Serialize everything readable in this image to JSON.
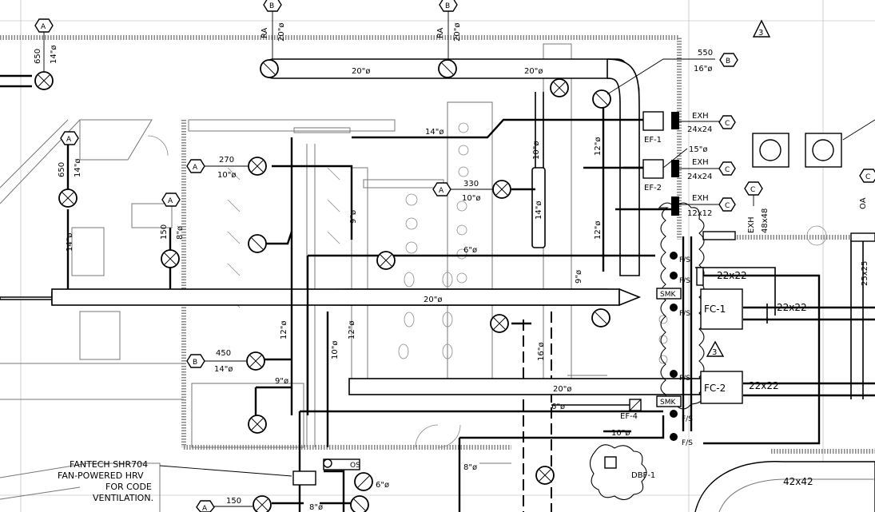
{
  "drawing": {
    "revision_tag": "3",
    "note": {
      "line1": "FANTECH SHR704",
      "line2": "FAN-POWERED HRV",
      "line3": "FOR CODE",
      "line4": "VENTILATION."
    },
    "duct_sizes": {
      "main_20a": "20\"ø",
      "main_20b": "20\"ø",
      "main_20c": "20\"ø",
      "main_20d": "20\"ø",
      "d14_top": "14\"ø",
      "d10_vert": "10\"ø",
      "d12_vert_a": "12\"ø",
      "d12_vert_b": "12\"ø",
      "d14_vert": "14\"ø",
      "d9_vert_a": "9\"ø",
      "d9_vert_b": "9\"ø",
      "d9_horiz": "9\"ø",
      "d12_vert_c": "12\"ø",
      "d12_vert_d": "12\"ø",
      "d10_vert_b": "10\"ø",
      "d16_vert": "16\"ø",
      "d6_a": "6\"ø",
      "d6_b": "6\"ø",
      "d6_c": "6\"ø",
      "d8_a": "8\"ø",
      "d8_b": "8\"ø",
      "d10_c": "10\"ø",
      "d14_left": "14\"ø",
      "d15": "15\"ø",
      "r22_a": "22x22",
      "r22_b": "22x22",
      "r22_c": "22x22",
      "r25": "25x25",
      "r42": "42x42",
      "exh_48": "48x48"
    },
    "diffusers": {
      "left_top": {
        "tag": "A",
        "cfm": "650",
        "size": "14\"ø"
      },
      "left_mid": {
        "tag": "A",
        "cfm": "650",
        "size": "14\"ø"
      },
      "small_8": {
        "tag": "A",
        "cfm": "150",
        "size": "8\"ø"
      },
      "ra_1": {
        "tag": "B",
        "type": "RA",
        "size": "20\"ø"
      },
      "ra_2": {
        "tag": "B",
        "type": "RA",
        "size": "20\"ø"
      },
      "b550": {
        "tag": "B",
        "cfm": "550",
        "size": "16\"ø"
      },
      "a270": {
        "tag": "A",
        "cfm": "270",
        "size": "10\"ø"
      },
      "a330": {
        "tag": "A",
        "cfm": "330",
        "size": "10\"ø"
      },
      "b450": {
        "tag": "B",
        "cfm": "450",
        "size": "14\"ø"
      },
      "a150_bottom": {
        "tag": "A",
        "cfm": "150",
        "size": ""
      }
    },
    "exhaust": {
      "ef1": {
        "name": "EF-1",
        "type": "EXH",
        "size": "24x24",
        "tag": "C"
      },
      "ef2": {
        "name": "EF-2",
        "type": "EXH",
        "size": "24x24",
        "tag": "C"
      },
      "ef3": {
        "type": "EXH",
        "size": "12x12",
        "tag": "C"
      },
      "ef4": {
        "name": "EF-4"
      },
      "dbf1": {
        "name": "DBF-1"
      },
      "exh_tag": "EXH",
      "exh_c_tag": "C",
      "oa_label": "OA",
      "oa_tag": "C"
    },
    "equipment": {
      "fc1": "FC-1",
      "fc2": "FC-2",
      "smk1": "SMK",
      "smk2": "SMK",
      "fs": "F/S",
      "os": "OS"
    }
  }
}
